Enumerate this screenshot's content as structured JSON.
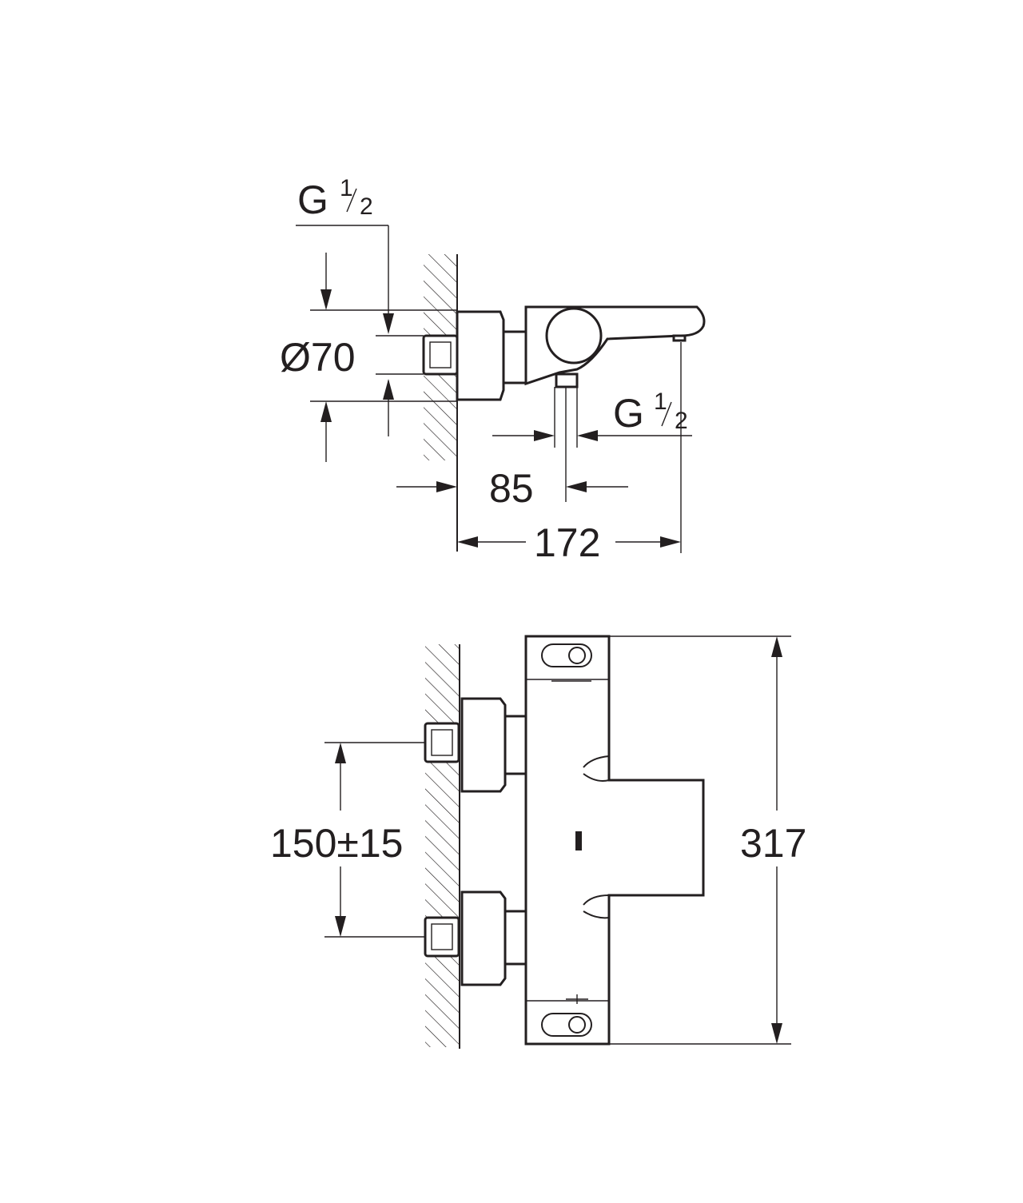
{
  "top_view": {
    "inlet_thread": {
      "letter": "G",
      "num": "1",
      "den": "2"
    },
    "outlet_thread": {
      "letter": "G",
      "num": "1",
      "den": "2"
    },
    "diameter_label": "Ø70",
    "outlet_distance_label": "85",
    "projection_label": "172"
  },
  "front_view": {
    "inlet_spacing_label": "150±15",
    "height_label": "317"
  },
  "colors": {
    "line": "#231f20",
    "background": "#ffffff"
  }
}
